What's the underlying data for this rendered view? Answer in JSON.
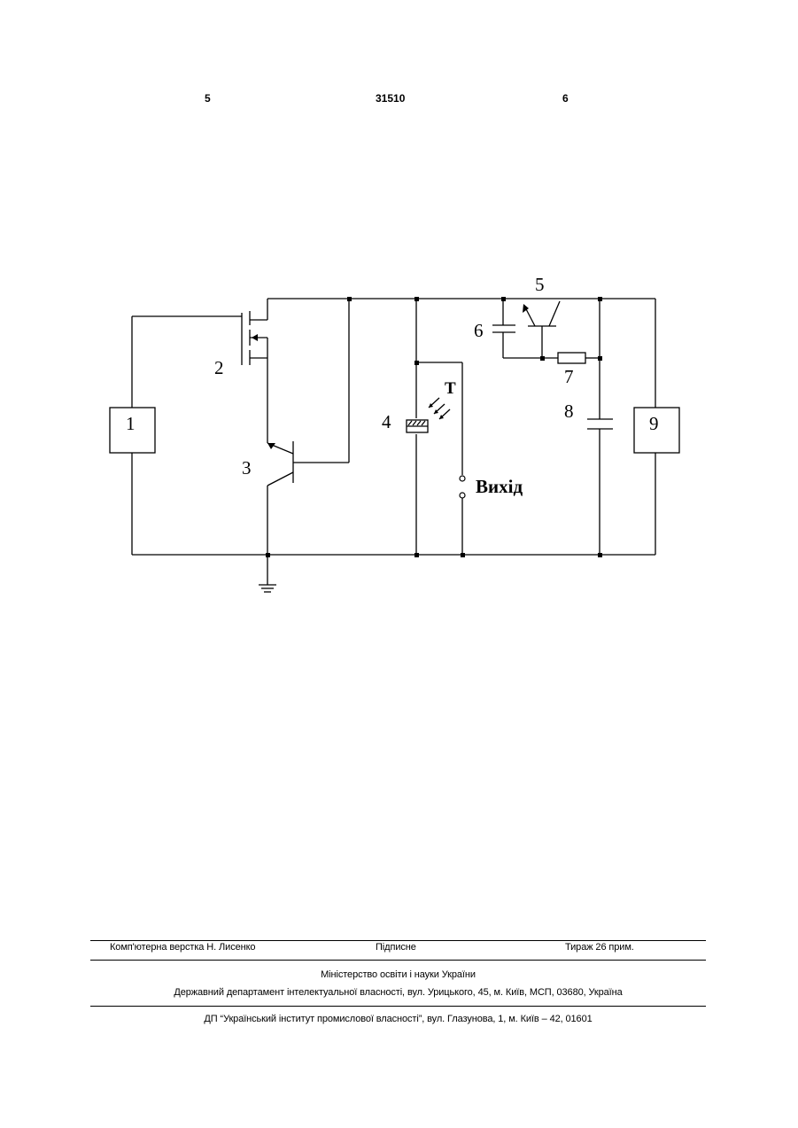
{
  "header": {
    "left_page": "5",
    "patent_number": "31510",
    "right_page": "6"
  },
  "diagram": {
    "labels": {
      "block1": "1",
      "transistor2": "2",
      "transistor3": "3",
      "sensor4": "4",
      "transistor5": "5",
      "capacitor6": "6",
      "resistor7": "7",
      "capacitor8": "8",
      "block9": "9",
      "temperature": "T",
      "output": "Вихід"
    }
  },
  "footer": {
    "layout": "Комп'ютерна верстка Н. Лисенко",
    "signed": "Підписне",
    "circulation": "Тираж 26 прим.",
    "ministry": "Міністерство освіти і науки України",
    "department": "Державний департамент інтелектуальної власності, вул. Урицького, 45, м. Київ, МСП, 03680, Україна",
    "institute": "ДП “Український інститут промислової власності”, вул. Глазунова, 1, м. Київ – 42, 01601"
  }
}
